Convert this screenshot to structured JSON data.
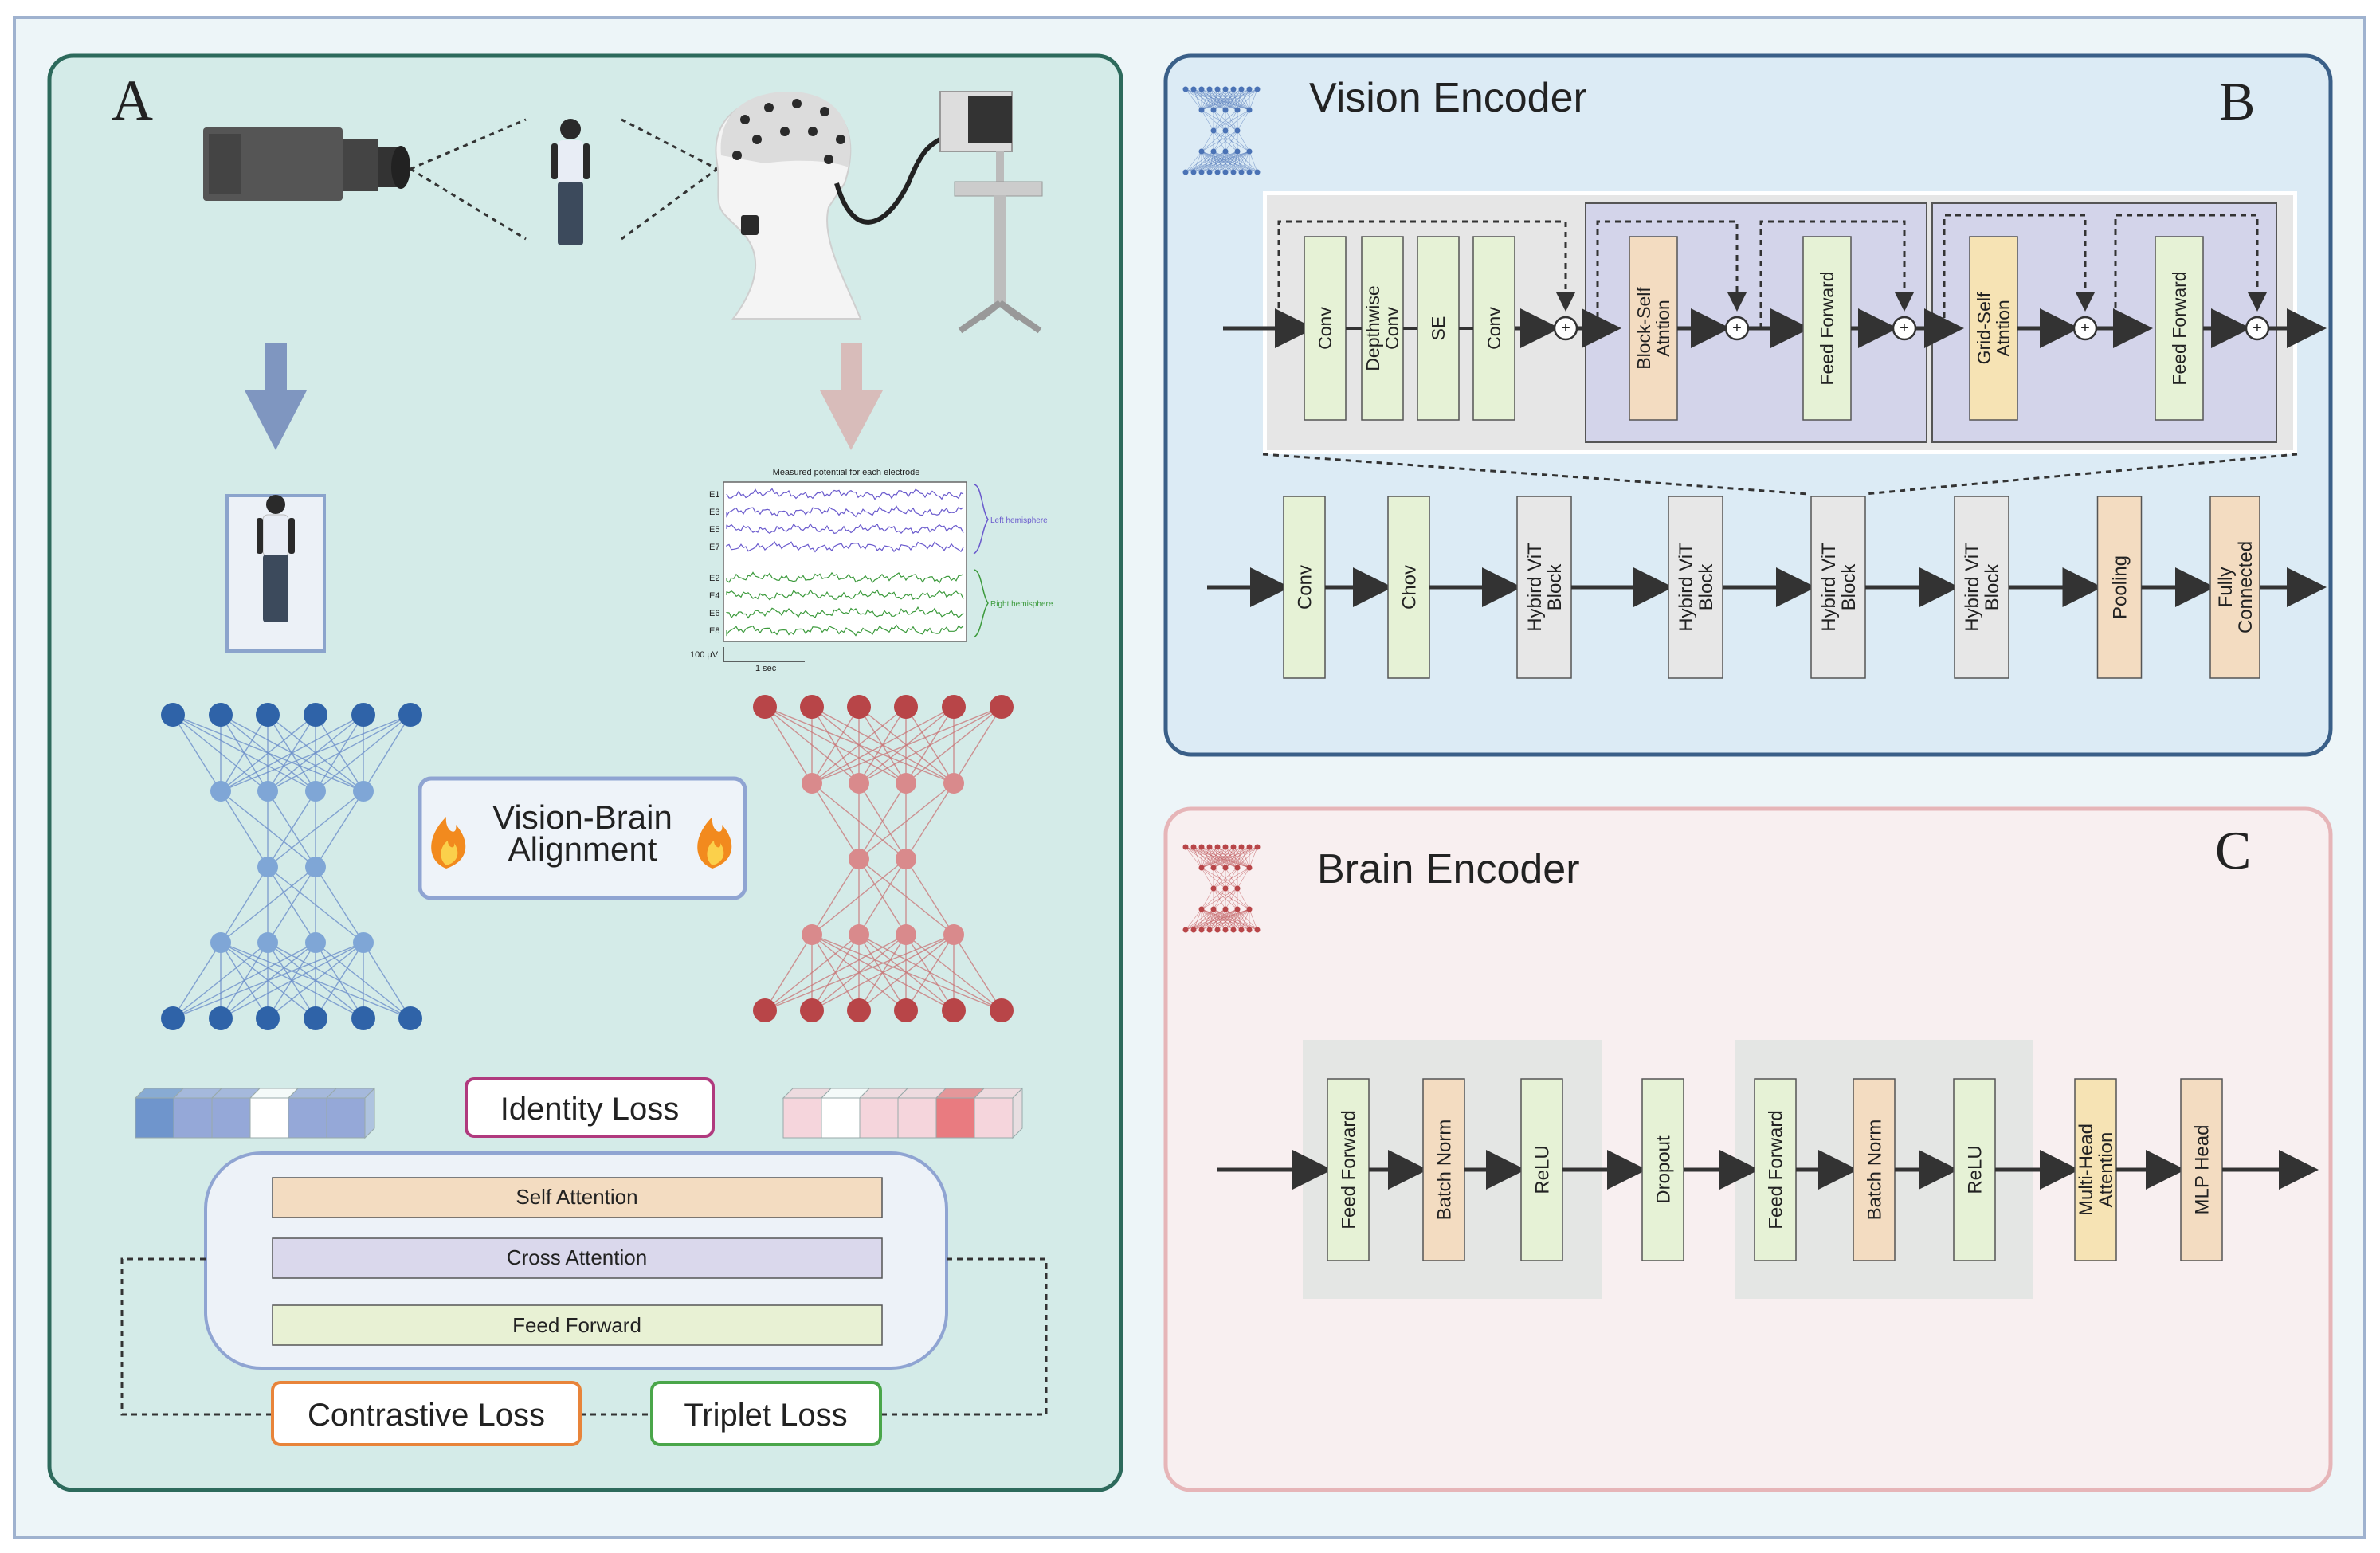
{
  "panel_a": {
    "letter": "A",
    "eeg": {
      "title": "Measured potential for each electrode",
      "electrodes_left": [
        "E1",
        "E3",
        "E5",
        "E7"
      ],
      "electrodes_right": [
        "E2",
        "E4",
        "E6",
        "E8"
      ],
      "left_label": "Left hemisphere",
      "right_label": "Right hemisphere",
      "scale_amp": "100 μV",
      "scale_time": "1 sec"
    },
    "alignment_line1": "Vision-Brain",
    "alignment_line2": "Alignment",
    "identity_loss": "Identity Loss",
    "self_attention": "Self Attention",
    "cross_attention": "Cross Attention",
    "feed_forward": "Feed Forward",
    "contrastive_loss": "Contrastive Loss",
    "triplet_loss": "Triplet Loss",
    "vision_cube_colors": [
      "#6f95cc",
      "#95a8d8",
      "#95a8d8",
      "#ffffff",
      "#95a8d8",
      "#95a8d8"
    ],
    "brain_cube_colors": [
      "#f5d5dc",
      "#ffffff",
      "#f5d5dc",
      "#f5d5dc",
      "#e97b80",
      "#f5d5dc"
    ]
  },
  "panel_b": {
    "letter": "B",
    "title": "Vision Encoder",
    "mbconv": [
      "Conv",
      "Depthwise Conv",
      "SE",
      "Conv"
    ],
    "block_attn": "Block-Self Atntion",
    "grid_attn": "Grid-Self Atntion",
    "ff": "Feed Forward",
    "plus": "+",
    "pipeline": [
      "Conv",
      "Chov",
      "Hybird ViT Block",
      "Hybird ViT Block",
      "Hybird ViT Block",
      "Hybird ViT Block",
      "Pooling",
      "Fully Connected"
    ]
  },
  "panel_c": {
    "letter": "C",
    "title": "Brain Encoder",
    "layers": [
      "Feed Forward",
      "Batch Norm",
      "ReLU",
      "Dropout",
      "Feed Forward",
      "Batch Norm",
      "ReLU",
      "Multi-Head Attention",
      "MLP Head"
    ]
  },
  "colors": {
    "green_box": "#e6f2d6",
    "orange_box": "#f3dcc1",
    "yellow_box": "#f6e3b4",
    "grey_box": "#e7e7e7",
    "purple_bg": "#d3d4ea",
    "panel_a_bg": "#d4ebe8",
    "panel_b_bg": "#dcebf5",
    "panel_c_bg": "#f8eff0",
    "blue_node": "#2f63a8",
    "light_blue_node": "#7fa6d6",
    "red_node": "#b84548",
    "light_red_node": "#d98a8c"
  }
}
